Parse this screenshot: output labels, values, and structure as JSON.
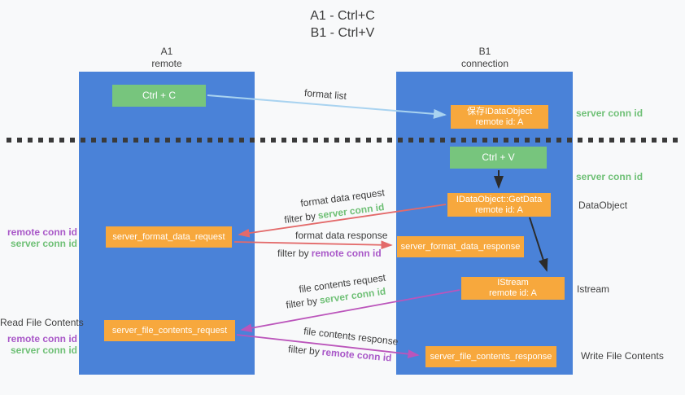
{
  "title": {
    "line1": "A1 - Ctrl+C",
    "line2": "B1 - Ctrl+V"
  },
  "lanes": {
    "left": {
      "name": "A1",
      "role": "remote"
    },
    "right": {
      "name": "B1",
      "role": "connection"
    }
  },
  "nodes": {
    "ctrl_c": {
      "label": "Ctrl + C"
    },
    "ctrl_v": {
      "label": "Ctrl + V"
    },
    "save_idataobject": {
      "line1": "保存IDataObject",
      "line2": "remote id: A"
    },
    "getdata": {
      "line1": "IDataObject::GetData",
      "line2": "remote id: A"
    },
    "istream": {
      "line1": "IStream",
      "line2": "remote id: A"
    },
    "format_request": {
      "label": "server_format_data_request"
    },
    "format_response": {
      "label": "server_format_data_response"
    },
    "file_request": {
      "label": "server_file_contents_request"
    },
    "file_response": {
      "label": "server_file_contents_response"
    }
  },
  "arrows": {
    "format_list": {
      "label": "format list"
    },
    "format_data_request": {
      "label": "format data request",
      "filter_prefix": "filter by",
      "filter_key": "server conn id"
    },
    "format_data_response": {
      "label": "format data response",
      "filter_prefix": "filter by",
      "filter_key": "remote conn id"
    },
    "file_contents_request": {
      "label": "file contents request",
      "filter_prefix": "filter by",
      "filter_key": "server conn id"
    },
    "file_contents_response": {
      "label": "file contents response",
      "filter_prefix": "filter by",
      "filter_key": "remote conn id"
    }
  },
  "margin_labels": {
    "right": {
      "server_conn_id_top": "server conn id",
      "server_conn_id_mid": "server conn id",
      "data_object": "DataObject",
      "istream": "Istream",
      "write_file_contents": "Write File Contents"
    },
    "left": {
      "remote_conn_id_top": "remote conn id",
      "server_conn_id_top": "server conn id",
      "read_file_contents": "Read File Contents",
      "remote_conn_id_bottom": "remote conn id",
      "server_conn_id_bottom": "server conn id"
    }
  },
  "colors": {
    "background": "#f8f9fa",
    "lane_blue": "#4a82d8",
    "action_green": "#77c57d",
    "message_orange": "#f7a83d",
    "format_list_arrow": "#a9d3f0",
    "format_data_arrow": "#e36a6a",
    "file_contents_arrow": "#bb55bb",
    "black_arrow": "#2b2b2b",
    "green_text": "#6fc076",
    "purple_text": "#a958c8",
    "dark_text": "#3d3d3d"
  }
}
